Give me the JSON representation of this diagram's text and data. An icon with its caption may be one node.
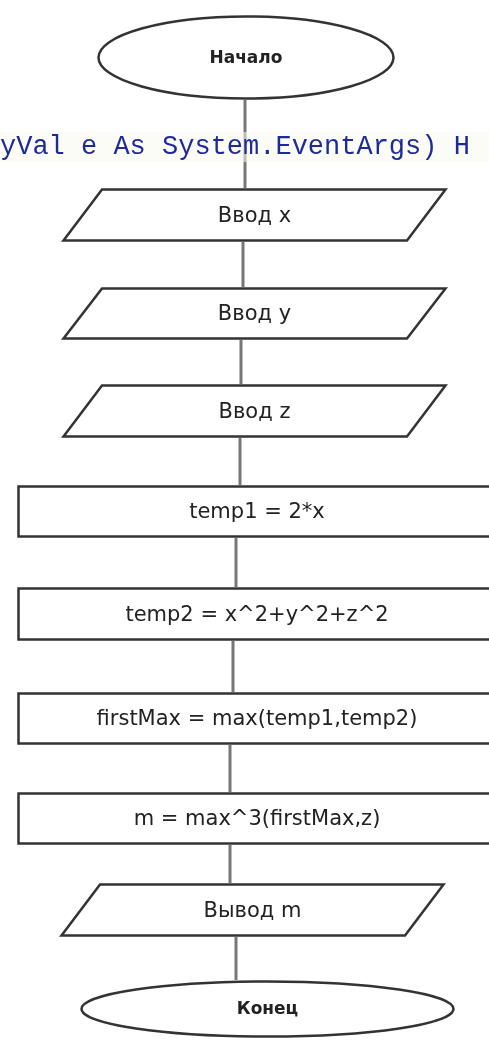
{
  "diagram": {
    "nodes": [
      {
        "text": [
          "Начало"
        ]
      },
      {
        "text": [
          "Ввод x"
        ]
      },
      {
        "text": [
          "Ввод y"
        ]
      },
      {
        "text": [
          "Ввод z"
        ]
      },
      {
        "text": [
          "temp1 = 2*x"
        ]
      },
      {
        "text": [
          "temp2 = x^2+y^2+z^2"
        ]
      },
      {
        "text": [
          "firstMax = max(temp1,temp2)"
        ]
      },
      {
        "text": [
          "m = max^3(firstMax,z)"
        ]
      },
      {
        "text": [
          "Вывод m"
        ]
      },
      {
        "text": [
          "Конец"
        ]
      }
    ],
    "edges": [
      {
        "from": 0,
        "to": 1,
        "arrow": "none"
      },
      {
        "from": 1,
        "to": 2,
        "arrow": "none"
      },
      {
        "from": 2,
        "to": 3,
        "arrow": "none"
      },
      {
        "from": 3,
        "to": 4,
        "arrow": "none"
      },
      {
        "from": 4,
        "to": 5,
        "arrow": "none"
      },
      {
        "from": 5,
        "to": 6,
        "arrow": "none"
      },
      {
        "from": 6,
        "to": 7,
        "arrow": "none"
      },
      {
        "from": 7,
        "to": 8,
        "arrow": "none"
      },
      {
        "from": 8,
        "to": 9,
        "arrow": "none"
      }
    ],
    "labels": [
      "yVal e As System.EventArgs) H"
    ]
  }
}
